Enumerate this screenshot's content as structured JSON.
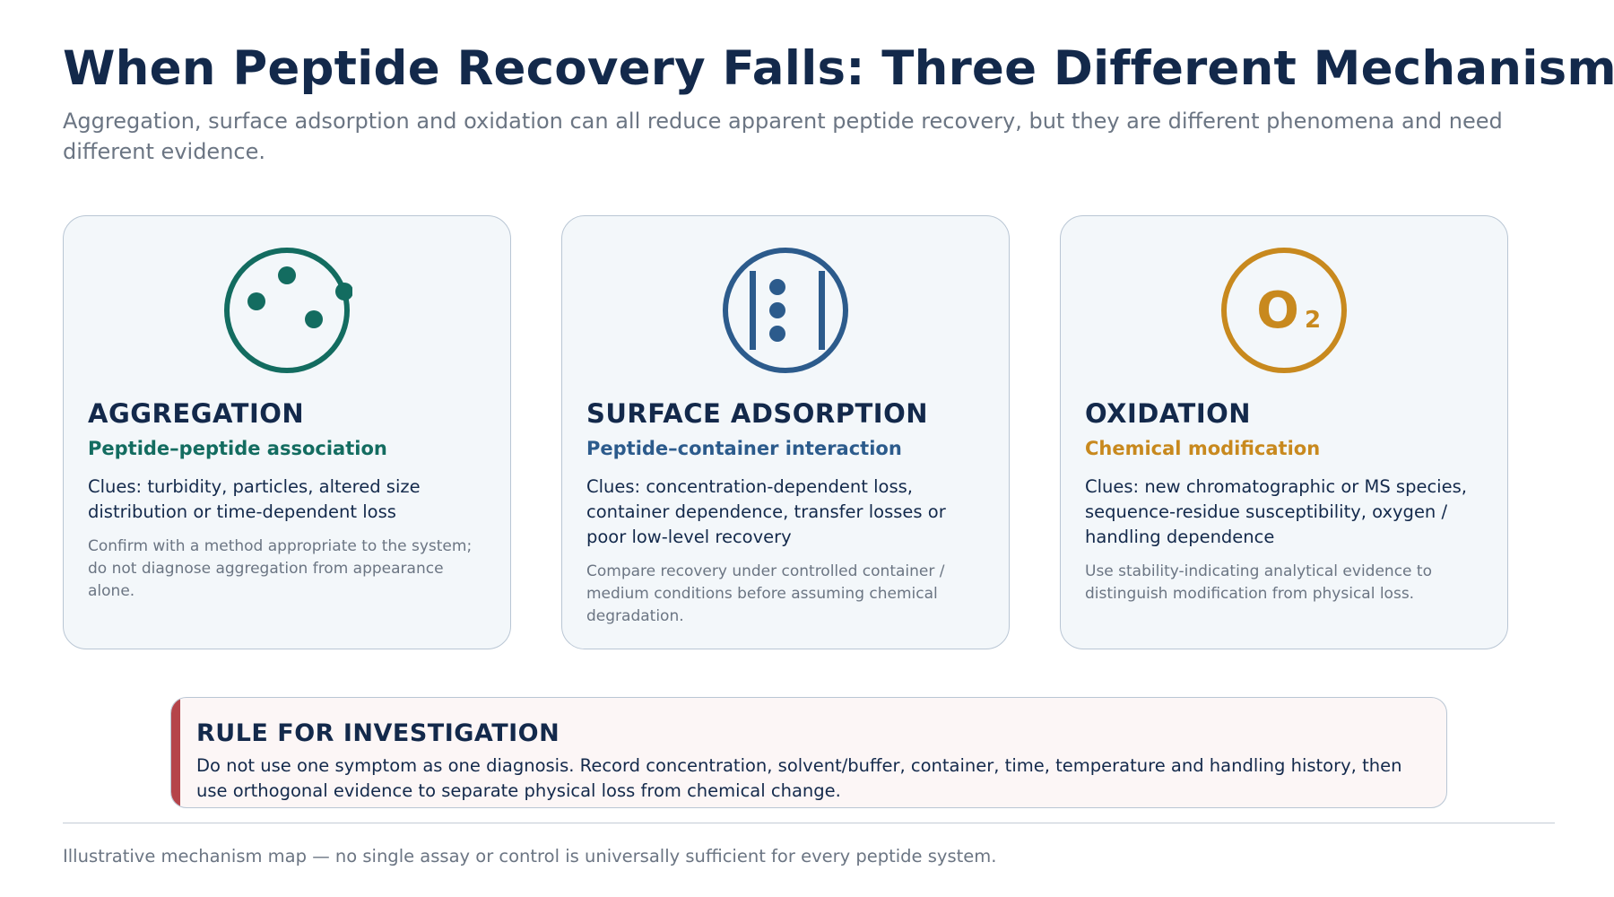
{
  "title": "When Peptide Recovery Falls: Three Different Mechanisms",
  "subtitle": "Aggregation, surface adsorption and oxidation can all reduce apparent peptide recovery, but they are different phenomena and need different evidence.",
  "colors": {
    "title": "#13294b",
    "muted": "#6b7583",
    "aggregation": "#136c60",
    "adsorption": "#2c5b8c",
    "oxidation": "#c8891e",
    "rule_accent": "#b5444a"
  },
  "cards": [
    {
      "icon": "aggregation-icon",
      "heading": "AGGREGATION",
      "subheading": "Peptide–peptide association",
      "clues": "Clues: turbidity, particles, altered size distribution or time-dependent loss",
      "note": "Confirm with a method appropriate to the system; do not diagnose aggregation from appearance alone."
    },
    {
      "icon": "surface-adsorption-icon",
      "heading": "SURFACE ADSORPTION",
      "subheading": "Peptide–container interaction",
      "clues": "Clues: concentration-dependent loss, container dependence, transfer losses or poor low-level recovery",
      "note": "Compare recovery under controlled container / medium conditions before assuming chemical degradation."
    },
    {
      "icon": "oxidation-icon",
      "icon_symbol": "O",
      "icon_subscript": "2",
      "heading": "OXIDATION",
      "subheading": "Chemical modification",
      "clues": "Clues: new chromatographic or MS species, sequence-residue susceptibility, oxygen / handling dependence",
      "note": "Use stability-indicating analytical evidence to distinguish modification from physical loss."
    }
  ],
  "rule": {
    "title": "RULE FOR INVESTIGATION",
    "body": "Do not use one symptom as one diagnosis. Record concentration, solvent/buffer, container, time, temperature and handling history, then use orthogonal evidence to separate physical loss from chemical change."
  },
  "footnote": "Illustrative mechanism map — no single assay or control is universally sufficient for every peptide system."
}
